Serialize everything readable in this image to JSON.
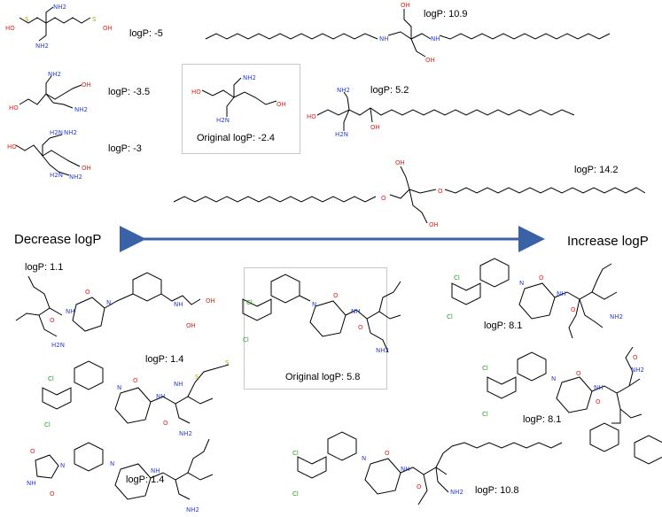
{
  "direction": {
    "decrease": "Decrease logP",
    "increase": "Increase logP",
    "arrow_color": "#3a62a7"
  },
  "top_set": {
    "original": "Original logP: -2.4",
    "decrease": [
      "logP: -5",
      "logP: -3.5",
      "logP: -3"
    ],
    "increase": [
      "logP: 10.9",
      "logP: 5.2",
      "logP: 14.2"
    ]
  },
  "bottom_set": {
    "original": "Original logP: 5.8",
    "decrease": [
      "logP: 1.1",
      "logP: 1.4",
      "logP: 1.4"
    ],
    "increase": [
      "logP: 8.1",
      "logP: 8.1",
      "logP: 10.8"
    ]
  },
  "atoms": {
    "oh": "OH",
    "ho": "HO",
    "nh2": "NH2",
    "h2n": "H2N",
    "s": "S",
    "o": "O",
    "n": "N",
    "nh": "NH",
    "cl": "Cl"
  },
  "colors": {
    "oxygen": "#e0221a",
    "nitrogen": "#2a3fd6",
    "chlorine": "#1e9e1e",
    "sulfur": "#b8a300"
  }
}
